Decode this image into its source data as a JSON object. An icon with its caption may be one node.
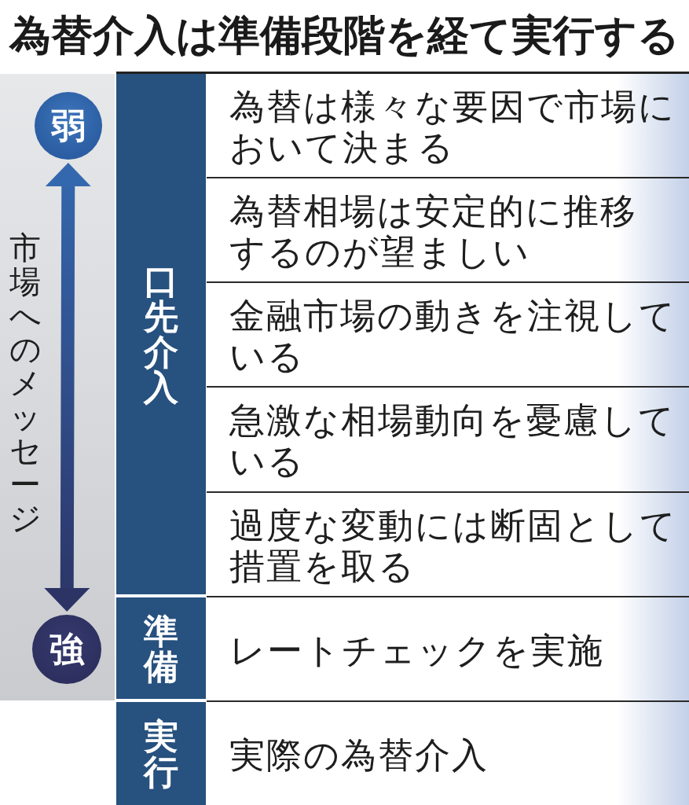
{
  "diagram": {
    "title": "為替介入は準備段階を経て実行する",
    "nodes": [
      {
        "text": [
          "市場へのメッセージ"
        ]
      },
      {
        "text": [
          "弱"
        ],
        "in": 0
      },
      {
        "text": [
          "強"
        ],
        "in": 0
      },
      {
        "text": [
          "口先介入"
        ]
      },
      {
        "text": [
          "為替は様々な要因で市場において決まる"
        ]
      },
      {
        "text": [
          "為替相場は安定的に推移するのが望ましい"
        ]
      },
      {
        "text": [
          "金融市場の動きを注視している"
        ]
      },
      {
        "text": [
          "急激な相場動向を憂慮している"
        ]
      },
      {
        "text": [
          "過度な変動には断固として措置を取る"
        ]
      },
      {
        "text": [
          "準備"
        ]
      },
      {
        "text": [
          "レートチェックを実施"
        ]
      },
      {
        "text": [
          "実行"
        ]
      },
      {
        "text": [
          "実際の為替介入"
        ]
      }
    ],
    "edges": [
      {
        "from": 1,
        "to": 2,
        "arrow": "both"
      }
    ]
  }
}
